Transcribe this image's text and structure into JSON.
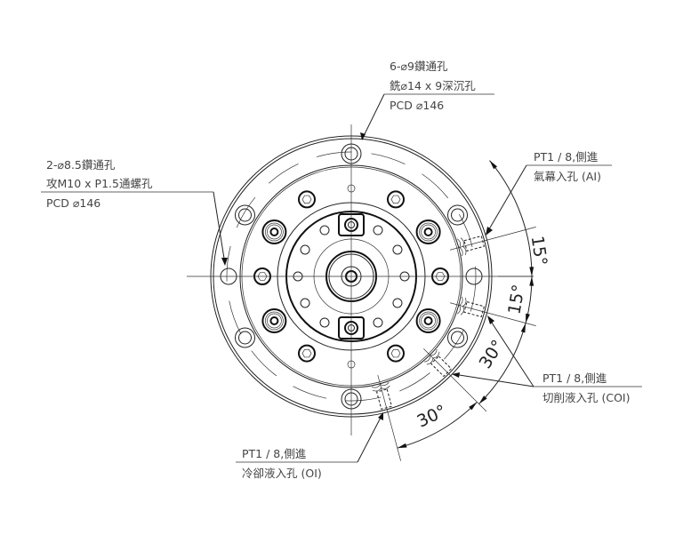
{
  "callouts": {
    "mount_holes": {
      "line1": "6-⌀9鑽通孔",
      "line2": "銑⌀14 x 9深沉孔",
      "line3": "PCD ⌀146"
    },
    "tapped_holes": {
      "line1": "2-⌀8.5鑽通孔",
      "line2": "攻M10 x P1.5通螺孔",
      "line3": "PCD ⌀146"
    },
    "air_inlet": {
      "line1": "PT1 / 8,側進",
      "line2": "氣幕入孔 (AI)"
    },
    "coolant_inlet": {
      "line1": "PT1 / 8,側進",
      "line2": "切削液入孔 (COI)"
    },
    "oil_inlet": {
      "line1": "PT1 / 8,側進",
      "line2": "冷卻液入孔 (OI)"
    }
  },
  "dimensions": {
    "angle_1": "15°",
    "angle_2": "15°",
    "angle_3": "30°",
    "angle_4": "30°"
  }
}
